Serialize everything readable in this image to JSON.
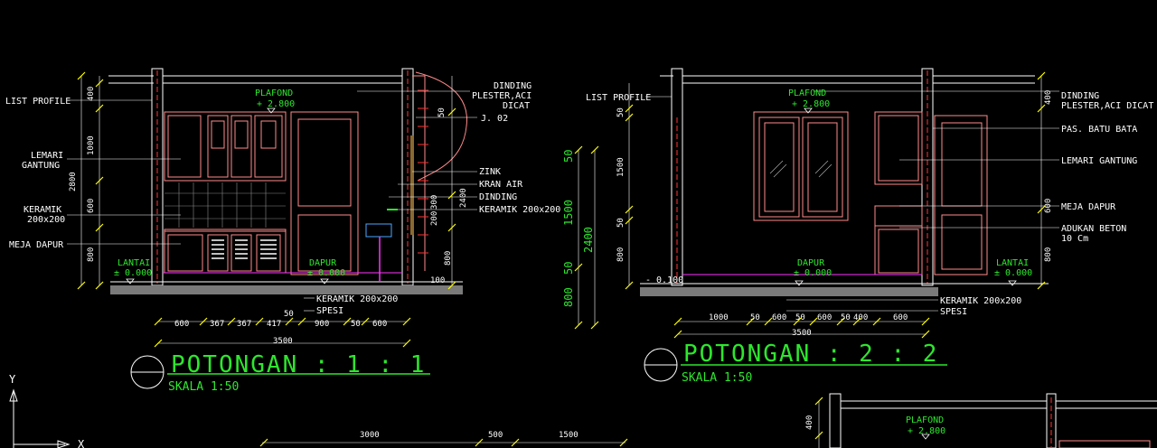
{
  "section1": {
    "title": "POTONGAN  :  1  :  1",
    "scale": "SKALA 1:50",
    "labels": {
      "list_profile": "LIST PROFILE",
      "lemari_gantung_1": "LEMARI",
      "lemari_gantung_2": "GANTUNG",
      "keramik_1": "KERAMIK",
      "keramik_2": "200x200",
      "meja_dapur": "MEJA DAPUR",
      "plafond": "PLAFOND",
      "plafond_lvl": "+ 2.800",
      "dinding_1": "DINDING",
      "dinding_2": "PLESTER,ACI",
      "dinding_3": "DICAT",
      "j02": "J. 02",
      "zink": "ZINK",
      "kran": "KRAN AIR",
      "dinding_k": "DINDING",
      "keramik_dinding": "KERAMIK 200x200",
      "lantai": "LANTAI",
      "lantai_lvl": "± 0.000",
      "dapur": "DAPUR",
      "dapur_lvl": "± 0.000",
      "keramik_floor": "KERAMIK 200x200",
      "spesi": "SPESI"
    },
    "dims_left": [
      "400",
      "1000",
      "600",
      "800",
      "2800"
    ],
    "dims_right": [
      "50",
      "300",
      "200",
      "2400",
      "800"
    ],
    "dims_bottom": [
      "600",
      "367",
      "367",
      "417",
      "50",
      "900",
      "50",
      "600",
      "3500",
      "100"
    ]
  },
  "section2": {
    "title": "POTONGAN  :  2  :  2",
    "scale": "SKALA 1:50",
    "labels": {
      "list_profile": "LIST PROFILE",
      "plafond": "PLAFOND",
      "plafond_lvl": "+ 2.800",
      "dinding_1": "DINDING",
      "dinding_2": "PLESTER,ACI DICAT",
      "pas_batu": "PAS. BATU BATA",
      "lemari_gantung": "LEMARI GANTUNG",
      "meja_dapur": "MEJA DAPUR",
      "adukan_1": "ADUKAN BETON",
      "adukan_2": "10 Cm",
      "dapur": "DAPUR",
      "dapur_lvl": "± 0.000",
      "lantai": "LANTAI",
      "lantai_lvl": "± 0.000",
      "neg_lvl": "- 0.100",
      "keramik_floor": "KERAMIK 200x200",
      "spesi": "SPESI"
    },
    "dims_left": [
      "50",
      "1500",
      "50",
      "800"
    ],
    "dims_outer": [
      "50",
      "1500",
      "2400",
      "50",
      "800"
    ],
    "dims_right": [
      "400",
      "600",
      "800"
    ],
    "dims_bottom": [
      "1000",
      "50",
      "600",
      "50",
      "600",
      "50",
      "400",
      "600",
      "3500"
    ]
  },
  "section3": {
    "plafond": "PLAFOND",
    "plafond_lvl": "+ 2.800",
    "dim_left": "400",
    "dims_top": [
      "3000",
      "500",
      "1500"
    ]
  },
  "ucs": {
    "y": "Y",
    "x": "X"
  },
  "colors": {
    "background": "#000000",
    "green": "#2ee62e",
    "yellow": "#ffff00",
    "pink": "#ff8a8a",
    "white": "#ffffff",
    "magenta": "#ff33ff",
    "red": "#ff2020"
  }
}
